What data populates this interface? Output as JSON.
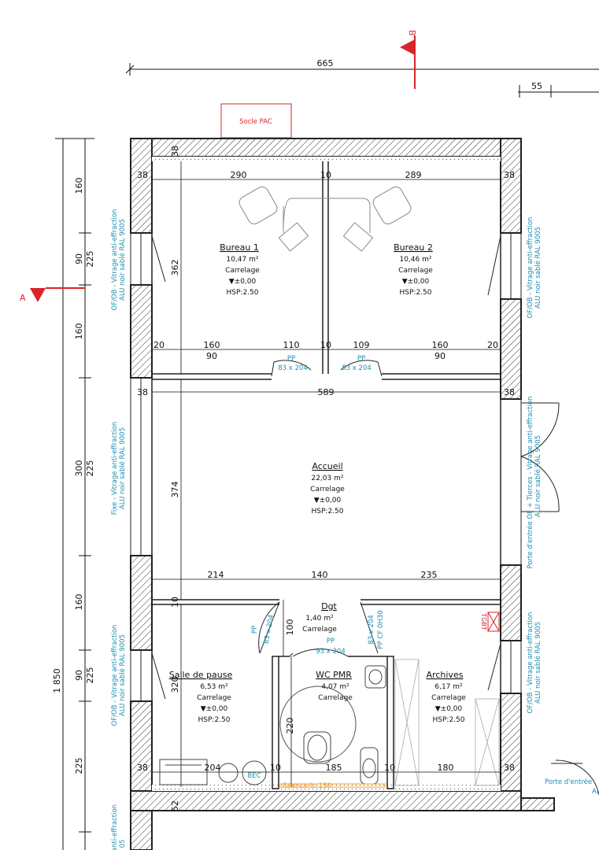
{
  "markers": {
    "section_a": "A",
    "section_b": "B"
  },
  "labels": {
    "socle": "Socle PAC",
    "tgbt": "TGBT"
  },
  "dims": {
    "top_overall": "665",
    "top_right": "55",
    "left_outer": "1 850",
    "left_segments": [
      "160",
      "90",
      "225",
      "160",
      "300",
      "225",
      "160",
      "90",
      "225",
      "225"
    ],
    "wall": "38",
    "partition": "10",
    "small_20": "20",
    "bureau1_width": "290",
    "bureau2_width": "289",
    "bureau_height": "362",
    "corridor_a": "160",
    "corridor_a2": "90",
    "corridor_b": "110",
    "corridor_c": "109",
    "corridor_d": "160",
    "corridor_d2": "90",
    "accueil_width": "589",
    "accueil_height": "374",
    "bottom_a": "214",
    "bottom_b": "140",
    "bottom_c": "235",
    "dgt_h": "100",
    "pause_h": "320",
    "wc_h": "220",
    "bottom_d": "204",
    "bottom_e": "185",
    "bottom_f": "180",
    "bottom_left_52": "52"
  },
  "rooms": [
    {
      "name": "Bureau 1",
      "area": "10,47 m²",
      "floor": "Carrelage",
      "level": "▼±0,00",
      "hsp": "HSP:2.50"
    },
    {
      "name": "Bureau 2",
      "area": "10,46 m²",
      "floor": "Carrelage",
      "level": "▼±0,00",
      "hsp": "HSP:2.50"
    },
    {
      "name": "Accueil",
      "area": "22,03 m²",
      "floor": "Carrelage",
      "level": "▼±0,00",
      "hsp": "HSP:2.50"
    },
    {
      "name": "Dgt",
      "area": "1,40 m²",
      "floor": "Carrelage"
    },
    {
      "name": "Salle de pause",
      "area": "6,53 m²",
      "floor": "Carrelage",
      "level": "▼±0,00",
      "hsp": "HSP:2.50"
    },
    {
      "name": "WC PMR",
      "area": "4,07 m²",
      "floor": "Carrelage"
    },
    {
      "name": "Archives",
      "area": "6,17 m²",
      "floor": "Carrelage",
      "level": "▼±0,00",
      "hsp": "HSP:2.50"
    }
  ],
  "doors": {
    "pp1": "PP",
    "pp1_size": "83 x 204",
    "pp2": "PP",
    "pp2_size": "83 x 204",
    "pp3": "PP",
    "pp3_size": "83 x 204",
    "pp4": "PP",
    "pp4_size": "93 x 204",
    "pp5": "PP CF 0H30",
    "pp5_size": "83 x 204"
  },
  "windows": {
    "w_left1_l1": "OF/OB - Vitrage anti-effraction",
    "w_left1_l2": "ALU noir sablé RAL 9005",
    "w_left2_l1": "Fixe - Vitrage anti-effraction",
    "w_left2_l2": "ALU noir sablé RAL 9005",
    "w_left3_l1": "OF/OB - Vitrage anti-effraction",
    "w_left3_l2": "ALU noir sablé RAL 9005",
    "w_left4_l1": "anti-effraction",
    "w_left4_l2": "05",
    "w_right1_l1": "OF/OB - Vitrage anti-effraction",
    "w_right1_l2": "ALU noir sablé RAL 9005",
    "w_right2_l1": "Porte d'entrée OF + Tierces - Vitrage anti-effraction",
    "w_right2_l2": "ALU noir sablé RAL 9005",
    "w_right3_l1": "OF/OB - Vitrage anti-effraction",
    "w_right3_l2": "ALU noir sablé RAL 9005",
    "entry_right_l1": "Porte d'entrée",
    "entry_right_l2": "AL"
  },
  "fixtures": {
    "bec": "BEC",
    "faience": "Faïence h: 150"
  },
  "colors": {
    "wall": "#222222",
    "accent_blue": "#1b8fb3",
    "marker_red": "#d9242b",
    "faience": "#f0a030"
  }
}
